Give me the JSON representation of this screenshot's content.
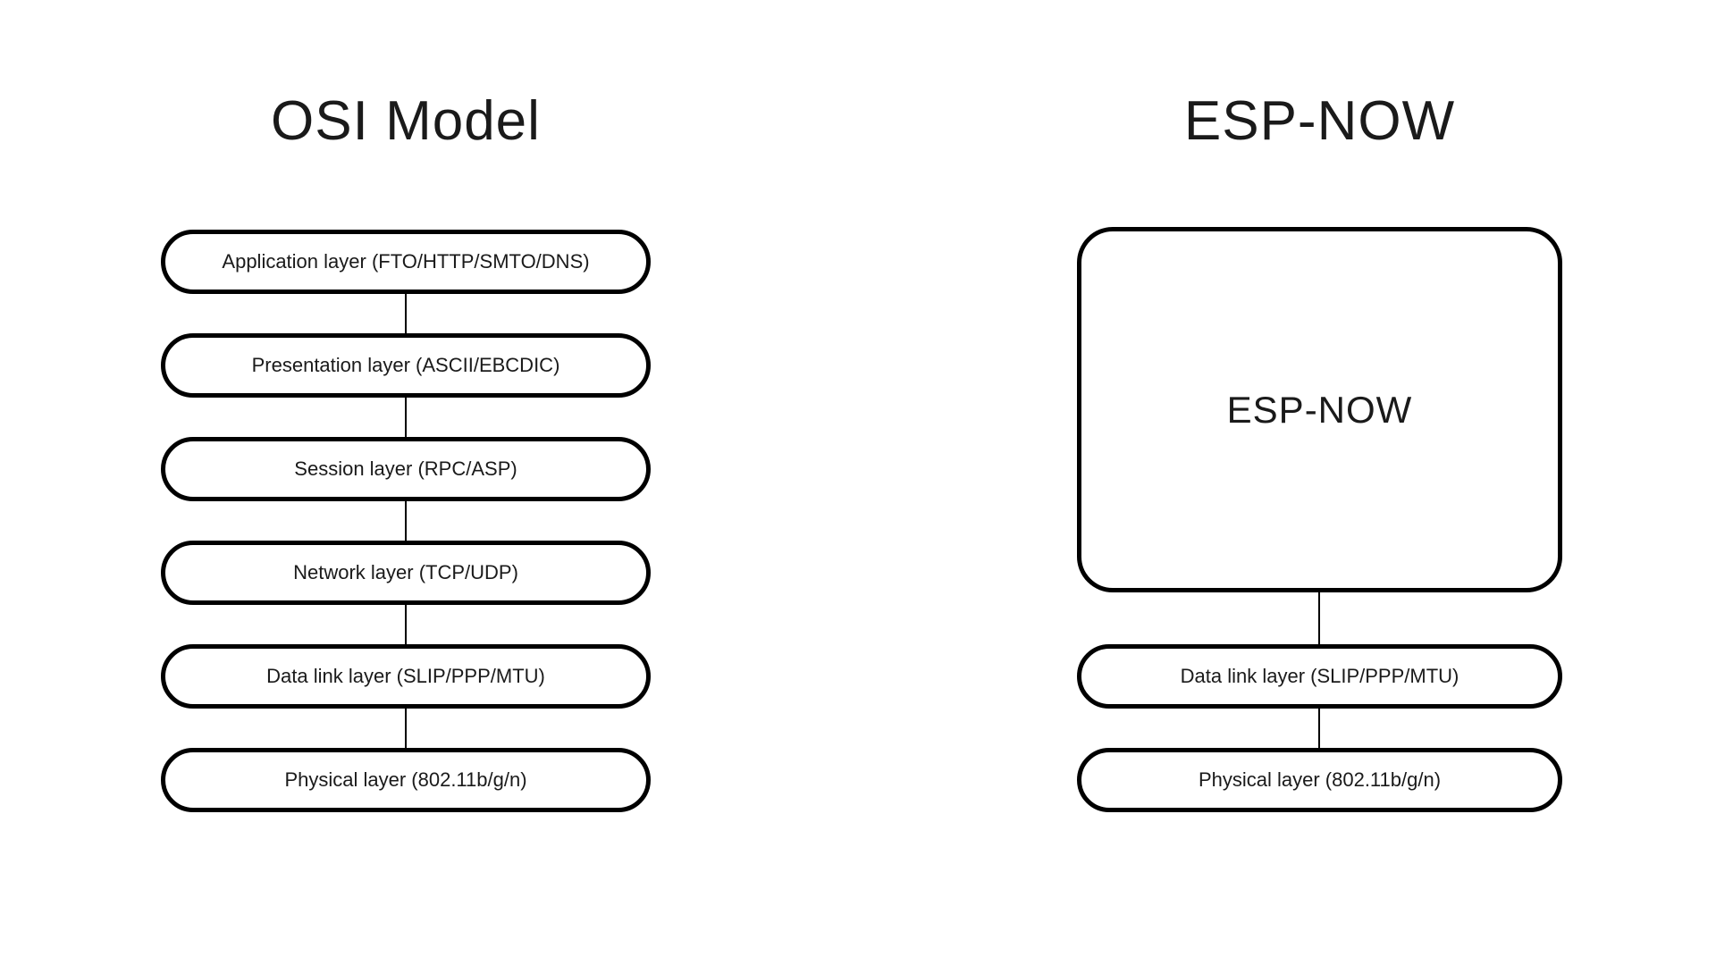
{
  "left": {
    "title": "OSI Model",
    "layers": [
      "Application layer (FTO/HTTP/SMTO/DNS)",
      "Presentation layer (ASCII/EBCDIC)",
      "Session layer (RPC/ASP)",
      "Network layer (TCP/UDP)",
      "Data link layer (SLIP/PPP/MTU)",
      "Physical layer (802.11b/g/n)"
    ]
  },
  "right": {
    "title": "ESP-NOW",
    "big_box_label": "ESP-NOW",
    "layers": [
      "Data link layer (SLIP/PPP/MTU)",
      "Physical layer (802.11b/g/n)"
    ]
  },
  "colors": {
    "background": "#ffffff",
    "stroke": "#000000",
    "text": "#1a1a1a"
  }
}
